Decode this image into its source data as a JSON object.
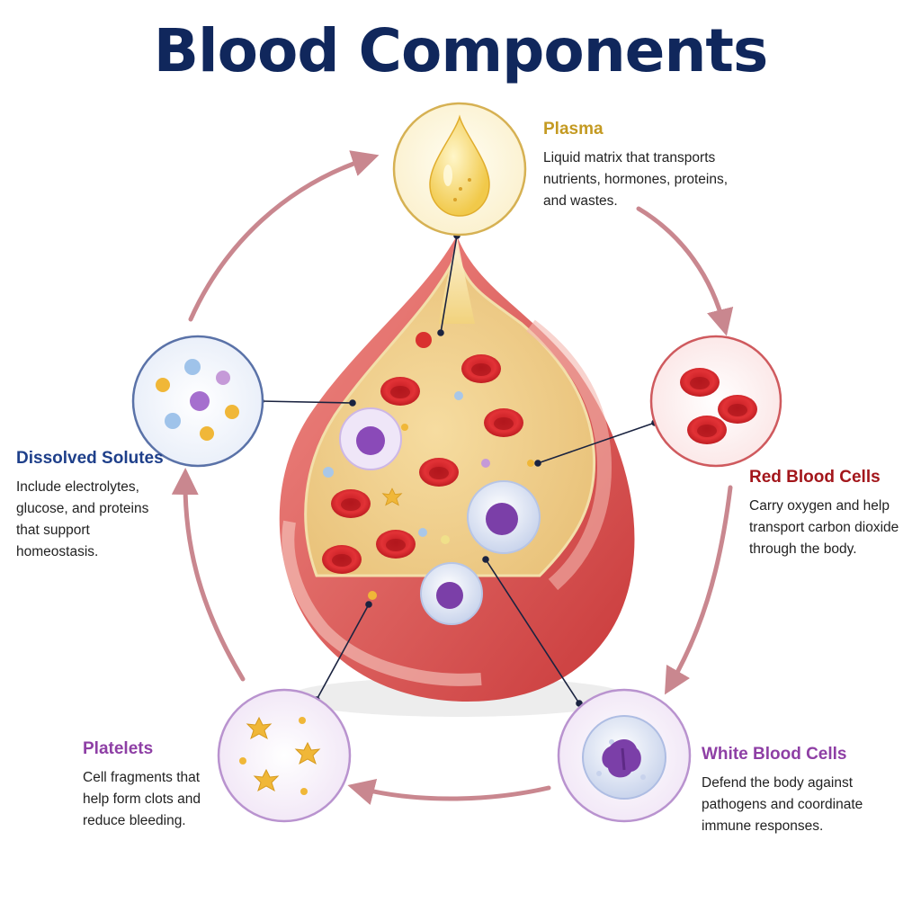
{
  "title": "Blood Components",
  "colors": {
    "title": "#10275c",
    "plasma": "#c49a22",
    "solutes": "#1e3f8a",
    "rbc": "#a3161b",
    "platelets": "#8e3fa5",
    "wbc": "#8e3fa5",
    "arrow": "#c9878f"
  },
  "components": {
    "plasma": {
      "name": "Plasma",
      "description": "Liquid matrix that transports\nnutrients, hormones, proteins,\nand wastes.",
      "icon": "plasma-droplet-icon"
    },
    "dissolved_solutes": {
      "name": "Dissolved Solutes",
      "description": "Include electrolytes,\nglucose, and proteins\nthat support\nhomeostasis.",
      "icon": "solute-molecules-icon"
    },
    "red_blood_cells": {
      "name": "Red Blood Cells",
      "description": "Carry oxygen and help\ntransport carbon dioxide\nthrough the body.",
      "icon": "red-blood-cells-icon"
    },
    "platelets": {
      "name": "Platelets",
      "description": "Cell fragments that\nhelp form clots and\nreduce bleeding.",
      "icon": "platelets-icon"
    },
    "white_blood_cells": {
      "name": "White Blood Cells",
      "description": "Defend the body against\npathogens and coordinate\nimmune responses.",
      "icon": "white-blood-cell-icon"
    }
  }
}
